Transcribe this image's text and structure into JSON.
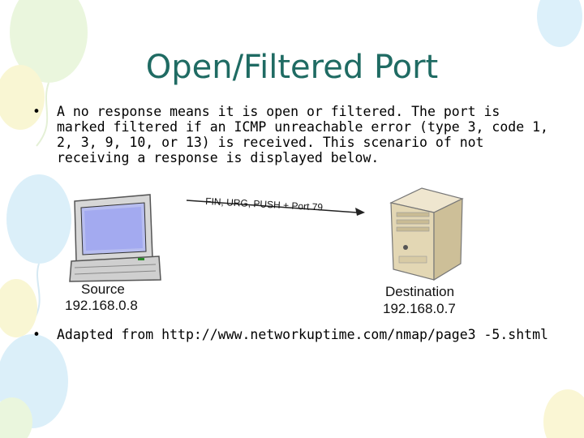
{
  "slide": {
    "title": "Open/Filtered Port",
    "bullets": [
      "A no response means it is open or filtered. The port is marked filtered if an ICMP unreachable error (type 3, code 1, 2, 3, 9, 10, or 13) is received. This scenario of not receiving a response is displayed below.",
      "Adapted from http://www.networkuptime.com/nmap/page3 -5.shtml"
    ],
    "bullet_marker": "•"
  },
  "diagram": {
    "arrow_label": "FIN, URG, PUSH + Port 79",
    "source": {
      "label": "Source",
      "ip": "192.168.0.8",
      "icon": "desktop-computer-icon"
    },
    "destination": {
      "label": "Destination",
      "ip": "192.168.0.7",
      "icon": "server-tower-icon"
    }
  },
  "colors": {
    "title": "#1f6b63",
    "balloon_blue": "#bfe3f5",
    "balloon_yellow": "#f5efb0",
    "balloon_green": "#d9efc2"
  }
}
